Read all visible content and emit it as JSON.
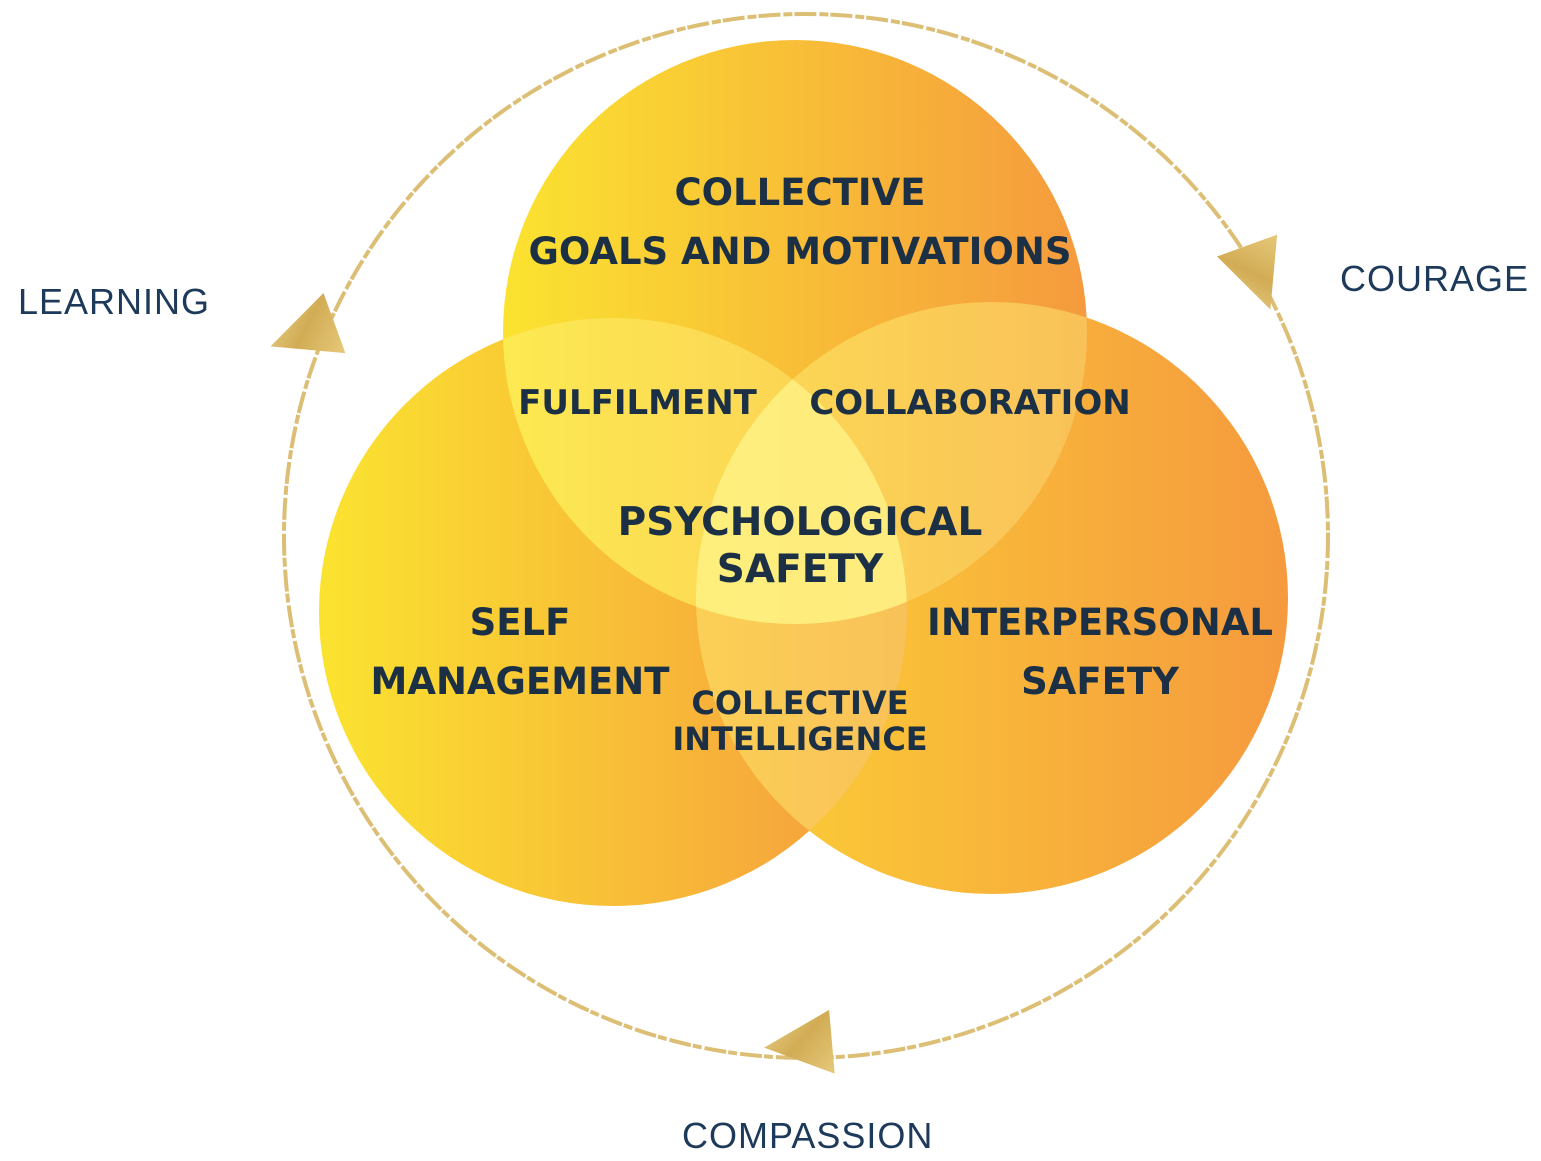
{
  "colors": {
    "gradient_start": "#fbe330",
    "gradient_end": "#f59a3e",
    "cycle_gold": "#d8b766",
    "text_dark": "#1b2f45"
  },
  "cycle": {
    "labels": {
      "learning": "LEARNING",
      "courage": "COURAGE",
      "compassion": "COMPASSION"
    },
    "arrow_icon": "triangle-arrow"
  },
  "circles": {
    "top": {
      "line1": "COLLECTIVE",
      "line2": "GOALS AND MOTIVATIONS"
    },
    "left": {
      "line1": "SELF",
      "line2": "MANAGEMENT"
    },
    "right": {
      "line1": "INTERPERSONAL",
      "line2": "SAFETY"
    }
  },
  "overlaps": {
    "top_left": "FULFILMENT",
    "top_right": "COLLABORATION",
    "left_right": {
      "line1": "COLLECTIVE",
      "line2": "INTELLIGENCE"
    },
    "center": {
      "line1": "PSYCHOLOGICAL",
      "line2": "SAFETY"
    }
  }
}
